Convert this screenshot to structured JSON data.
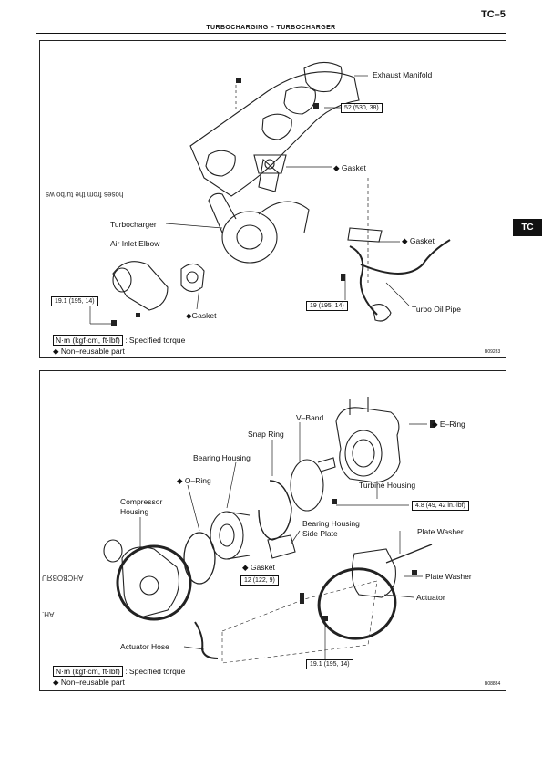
{
  "header": {
    "page_number": "TC–5",
    "title": "TURBOCHARGING – TURBOCHARGER",
    "section_tab": "TC"
  },
  "figure1": {
    "labels": {
      "exhaust_manifold": "Exhaust Manifold",
      "torque_52": "52 (530, 38)",
      "gasket_manifold": "◆ Gasket",
      "turbocharger": "Turbocharger",
      "air_inlet_elbow": "Air Inlet Elbow",
      "gasket_oil": "◆ Gasket",
      "torque_19_left": "19.1 (195, 14)",
      "gasket_elbow": "◆Gasket",
      "torque_19_right": "19 (195, 14)",
      "turbo_oil_pipe": "Turbo Oil Pipe"
    },
    "mirrored_text": "hoses from the turbo ws",
    "legend": {
      "unit": "N·m (kgf·cm, ft·lbf)",
      "unit_desc": ": Specified torque",
      "nonreusable": "◆ Non–reusable part"
    },
    "code": "B09283"
  },
  "figure2": {
    "labels": {
      "v_band": "V–Band",
      "e_ring": "◆ E–Ring",
      "snap_ring": "Snap Ring",
      "bearing_housing": "Bearing Housing",
      "o_ring": "◆ O–Ring",
      "turbine_housing": "Turbine Housing",
      "compressor_housing_l1": "Compressor",
      "compressor_housing_l2": "Housing",
      "torque_4_8": "4.8 (49, 42 in.·lbf)",
      "bearing_housing_side_plate_l1": "Bearing Housing",
      "bearing_housing_side_plate_l2": "Side Plate",
      "plate_washer_1": "Plate Washer",
      "gasket": "◆ Gasket",
      "plate_washer_2": "Plate Washer",
      "torque_12": "12 (122, 9)",
      "actuator": "Actuator",
      "actuator_hose": "Actuator Hose",
      "torque_19_1": "19.1 (195, 14)"
    },
    "mirrored_text_1": "AHCBOBЯU",
    "mirrored_text_2": "AH.",
    "legend": {
      "unit": "N·m (kgf·cm, ft·lbf)",
      "unit_desc": ": Specified torque",
      "nonreusable": "◆ Non–reusable part"
    },
    "code": "B08884"
  }
}
